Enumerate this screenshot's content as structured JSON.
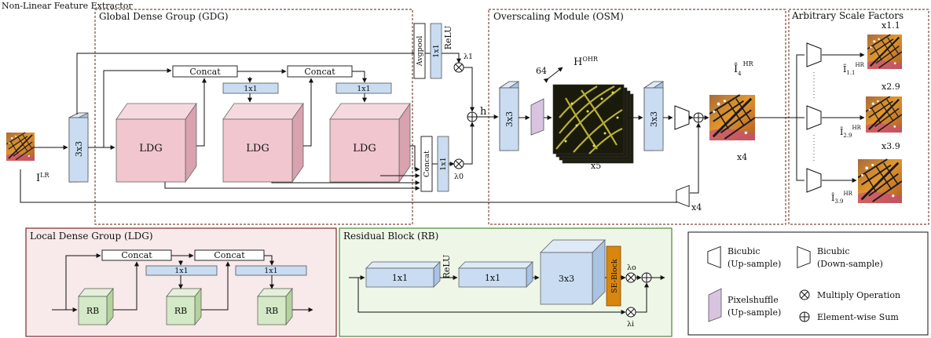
{
  "title": "Non-Linear Feature Extractor",
  "gdg": {
    "title": "Global Dense Group (GDG)",
    "conv3": "3x3",
    "ldg": "LDG",
    "concat": "Concat",
    "conv1": "1x1",
    "avgpool": "Avgpool",
    "relu": "ReLU",
    "lambda1": "λ1",
    "lambda0": "λ0",
    "h": "h",
    "input_label": "I",
    "input_sup": "LR"
  },
  "osm": {
    "title": "Overscaling Module (OSM)",
    "conv3": "3x3",
    "channels": "64",
    "feature_label": "H",
    "feature_sup": "OHR",
    "x5": "x5",
    "x4_out": "x4",
    "x4_skip": "x4",
    "out_label": "Î",
    "out_sub": "4",
    "out_sup": "HR"
  },
  "asf": {
    "title": "Arbitrary Scale Factors",
    "scales": [
      {
        "top": "x1.1",
        "sub": "1.1",
        "sup": "HR"
      },
      {
        "top": "x2.9",
        "sub": "2.9",
        "sup": "HR"
      },
      {
        "top": "x3.9",
        "sub": "3.9",
        "sup": "HR"
      }
    ],
    "hat": "Î"
  },
  "ldg_panel": {
    "title": "Local Dense Group (LDG)",
    "concat": "Concat",
    "conv1": "1x1",
    "rb": "RB"
  },
  "rb_panel": {
    "title": "Residual Block (RB)",
    "conv1a": "1x1",
    "relu": "ReLU",
    "conv1b": "1x1",
    "conv3": "3x3",
    "se": "SE-Block",
    "lambda_o": "λo",
    "lambda_i": "λi"
  },
  "legend": {
    "bicubic_up_1": "Bicubic",
    "bicubic_up_2": "(Up-sample)",
    "bicubic_down_1": "Bicubic",
    "bicubic_down_2": "(Down-sample)",
    "pixelshuffle_1": "Pixelshuffle",
    "pixelshuffle_2": "(Up-sample)",
    "multiply": "Multiply Operation",
    "sum": "Element-wise Sum"
  },
  "colors": {
    "conv_blue": "#c9dcf2",
    "ldg_pink": "#f1c6cf",
    "rb_green": "#d4eac6",
    "se_orange": "#d9860e",
    "pixelshuffle": "#d8c4e0",
    "ldg_panel_bg": "#f8e9ea",
    "rb_panel_bg": "#eef6e7",
    "dashed_border": "#7b4b3b"
  },
  "icons": {
    "butterfly": "butterfly-image",
    "feature_map": "feature-map-image"
  }
}
